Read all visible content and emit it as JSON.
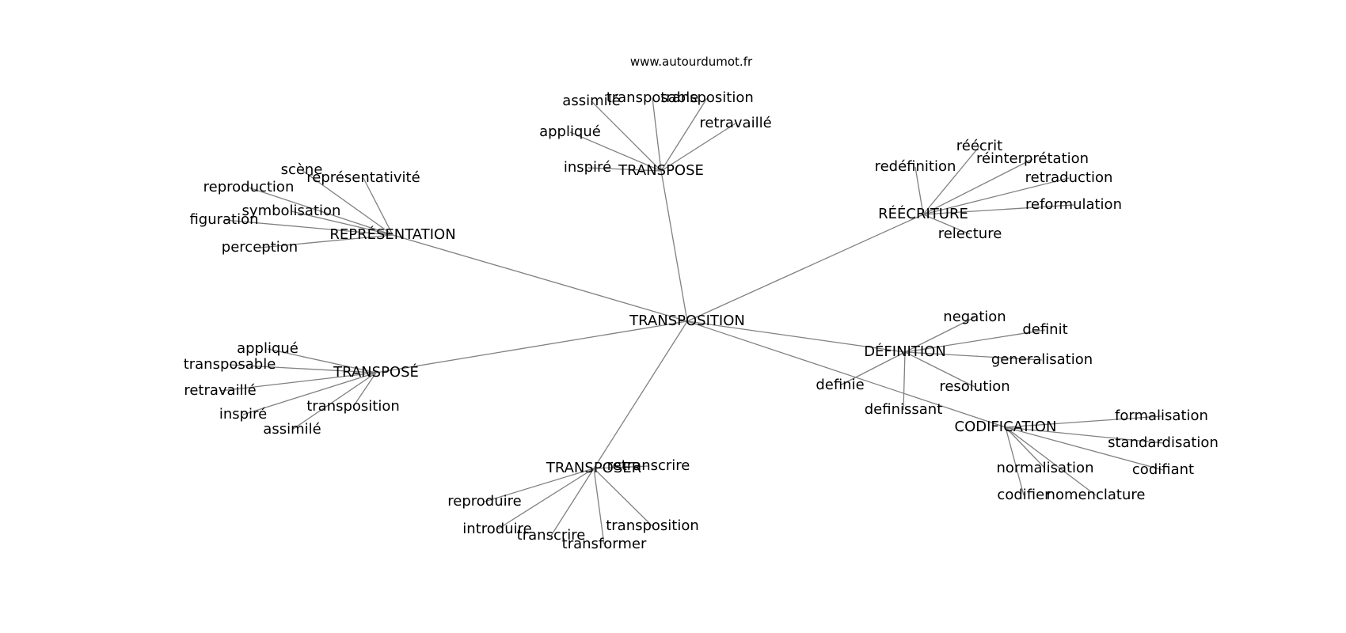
{
  "source": "www.autourdumot.fr",
  "colors": {
    "edge": "#808080",
    "text": "#000000",
    "background": "#ffffff"
  },
  "graph": {
    "center": "TRANSPOSITION",
    "hubs": [
      {
        "label": "TRANSPOSE",
        "words": [
          "assimilé",
          "transposable",
          "transposition",
          "appliqué",
          "retravaillé",
          "inspiré"
        ]
      },
      {
        "label": "REPRÉSENTATION",
        "words": [
          "scène",
          "représentativité",
          "reproduction",
          "symbolisation",
          "figuration",
          "perception"
        ]
      },
      {
        "label": "RÉÉCRITURE",
        "words": [
          "réécrit",
          "redéfinition",
          "réinterprétation",
          "retraduction",
          "reformulation",
          "relecture"
        ]
      },
      {
        "label": "TRANSPOSÉ",
        "words": [
          "appliqué",
          "transposable",
          "retravaillé",
          "inspiré",
          "transposition",
          "assimilé"
        ]
      },
      {
        "label": "DÉFINITION",
        "words": [
          "negation",
          "definit",
          "generalisation",
          "definie",
          "resolution",
          "definissant"
        ]
      },
      {
        "label": "CODIFICATION",
        "words": [
          "formalisation",
          "standardisation",
          "normalisation",
          "codifiant",
          "codifier",
          "nomenclature"
        ]
      },
      {
        "label": "TRANSPOSER",
        "words": [
          "retranscrire",
          "reproduire",
          "introduire",
          "transcrire",
          "transposition",
          "transformer"
        ]
      }
    ]
  }
}
